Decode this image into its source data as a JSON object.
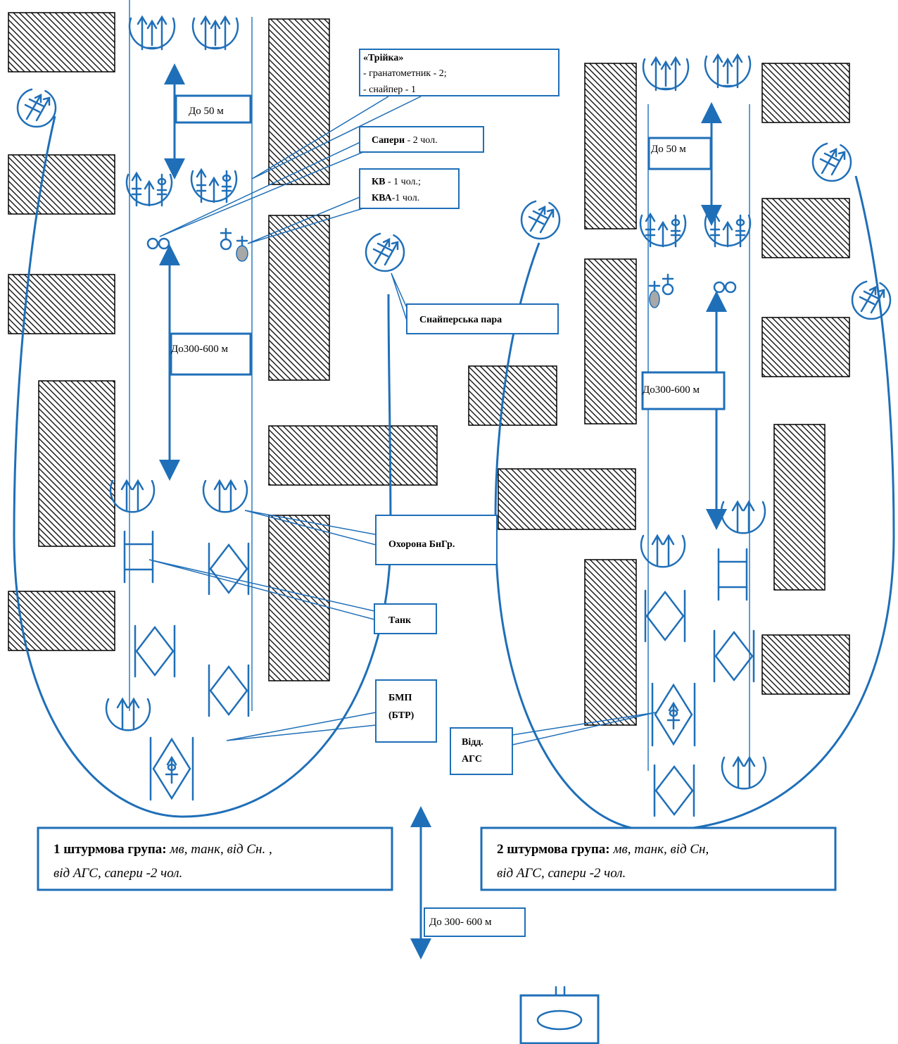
{
  "labels": {
    "triyka_title": "«Трійка»",
    "triyka_line1": "- гранатометник - 2;",
    "triyka_line2": "- снайпер - 1",
    "sapery_bold": "Сапери",
    "sapery_rest": " - 2 чол.",
    "kv_bold": "КВ",
    "kv_rest": " - 1 чол.;",
    "kva_bold": "КВА",
    "kva_rest": "-1 чол.",
    "sniper_pair": "Снайперська пара",
    "okhorona": "Охорона БнГр.",
    "tank": "Танк",
    "bmp_line1": "БМП",
    "bmp_line2": "(БТР)",
    "ags_line1": "Відд.",
    "ags_line2": "АГС"
  },
  "distances": {
    "g1_near": "До 50 м",
    "g1_far": "До300-600 м",
    "g2_near": "До 50 м",
    "g2_far": "До300-600 м",
    "between": "До 300- 600 м"
  },
  "groups": {
    "group1_bold": "1 штурмова група:",
    "group1_italic1": " мв, танк, від Сн. ,",
    "group1_italic2": "від АГС, сапери -2 чол.",
    "group2_bold": "2 штурмова група:",
    "group2_italic1": " мв, танк, від Сн,",
    "group2_italic2": "від АГС, сапери -2 чол."
  },
  "colors": {
    "symbol_blue": "#1f6fb8",
    "building_hatch": "#000000",
    "background": "#ffffff"
  },
  "icons": [
    "infantry-squad-icon",
    "grenadier-squad-icon",
    "sniper-icon",
    "sapper-icon",
    "commander-icon",
    "security-icon",
    "tank-icon",
    "bmp-icon",
    "ags-icon",
    "command-post-icon"
  ]
}
